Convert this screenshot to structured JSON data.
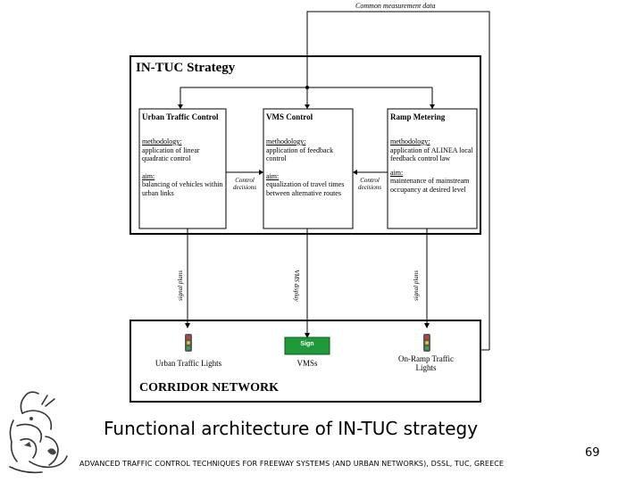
{
  "top_label": "Common measurement data",
  "strategy": {
    "title": "IN-TUC Strategy",
    "boxes": [
      {
        "title": "Urban Traffic Control",
        "method_label": "methodology:",
        "method_text": "application of linear quadratic control",
        "aim_label": "aim:",
        "aim_text": "balancing of vehicles within urban links"
      },
      {
        "title": "VMS Control",
        "method_label": "methodology:",
        "method_text": "application of feedback control",
        "aim_label": "aim:",
        "aim_text": "equalization of travel times between alternative routes"
      },
      {
        "title": "Ramp Metering",
        "method_label": "methodology:",
        "method_text": "application of ALINEA local feedback control law",
        "aim_label": "aim:",
        "aim_text": "maintenance of mainstream occupancy at desired level"
      }
    ],
    "decision_left": "Control decisions",
    "decision_right": "Control decisions"
  },
  "vertical_labels": {
    "left": "signal plans",
    "middle": "VMS display",
    "right": "signal plans"
  },
  "corridor": {
    "title": "CORRIDOR NETWORK",
    "sign_text": "Sign",
    "labels": {
      "urban": "Urban Traffic Lights",
      "vms": "VMSs",
      "ramp": "On-Ramp Traffic Lights"
    }
  },
  "caption": "Functional architecture of IN-TUC strategy",
  "page_number": "69",
  "footer": "ADVANCED TRAFFIC CONTROL TECHNIQUES FOR FREEWAY SYSTEMS (AND URBAN NETWORKS), DSSL, TUC, GREECE",
  "colors": {
    "sign_green": "#1e9a3a",
    "light_red": "#d83a2a",
    "light_yellow": "#e8c020",
    "light_green": "#2fae3a"
  }
}
